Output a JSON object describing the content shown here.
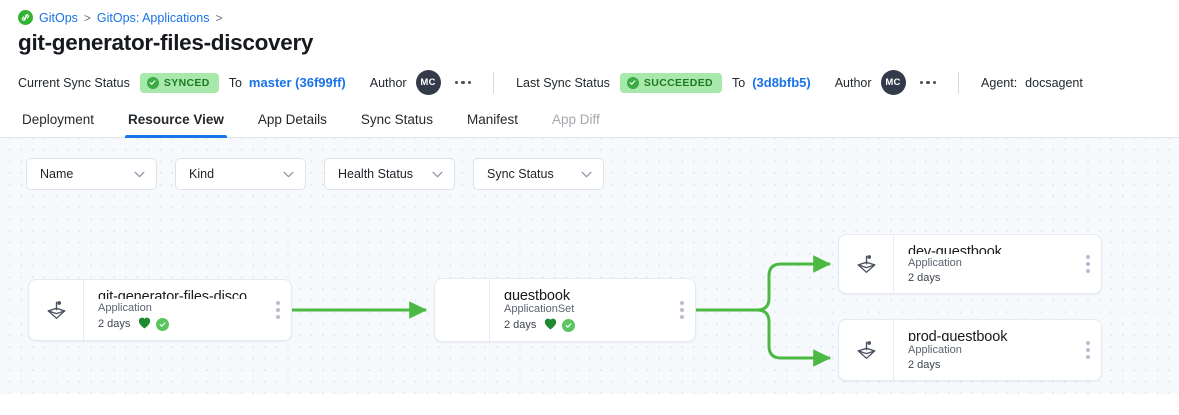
{
  "breadcrumb": {
    "icon": "gitops-logo-icon",
    "items": [
      {
        "label": "GitOps",
        "sep": ">"
      },
      {
        "label": "GitOps: Applications",
        "sep": ">"
      }
    ]
  },
  "page_title": "git-generator-files-discovery",
  "status_bar": {
    "current_sync_label": "Current Sync Status",
    "current_sync_badge": "SYNCED",
    "current_to_word": "To",
    "current_revision": "master (36f99ff)",
    "current_author_label": "Author",
    "current_author_initials": "MC",
    "last_sync_label": "Last Sync Status",
    "last_sync_badge": "SUCCEEDED",
    "last_to_word": "To",
    "last_revision": "(3d8bfb5)",
    "last_author_label": "Author",
    "last_author_initials": "MC",
    "agent_label": "Agent:",
    "agent_value": "docsagent",
    "badge_bg": "#a9e8ab",
    "badge_fg": "#1d7a23",
    "link_color": "#1a73e8"
  },
  "tabs": [
    {
      "label": "Deployment",
      "state": "normal"
    },
    {
      "label": "Resource View",
      "state": "active"
    },
    {
      "label": "App Details",
      "state": "normal"
    },
    {
      "label": "Sync Status",
      "state": "normal"
    },
    {
      "label": "Manifest",
      "state": "normal"
    },
    {
      "label": "App Diff",
      "state": "disabled"
    }
  ],
  "filters": [
    {
      "label": "Name"
    },
    {
      "label": "Kind"
    },
    {
      "label": "Health Status"
    },
    {
      "label": "Sync Status"
    }
  ],
  "graph": {
    "edge_color": "#4cb944",
    "nodes": [
      {
        "id": "root",
        "title": "git-generator-files-disco...",
        "kind": "Application",
        "age": "2 days",
        "has_icon": true,
        "has_health": true,
        "has_sync": true
      },
      {
        "id": "appset",
        "title": "guestbook",
        "kind": "ApplicationSet",
        "age": "2 days",
        "has_icon": false,
        "has_health": true,
        "has_sync": true
      },
      {
        "id": "dev",
        "title": "dev-guestbook",
        "kind": "Application",
        "age": "2 days",
        "has_icon": true,
        "has_health": false,
        "has_sync": false
      },
      {
        "id": "prod",
        "title": "prod-guestbook",
        "kind": "Application",
        "age": "2 days",
        "has_icon": true,
        "has_health": false,
        "has_sync": false
      }
    ]
  }
}
